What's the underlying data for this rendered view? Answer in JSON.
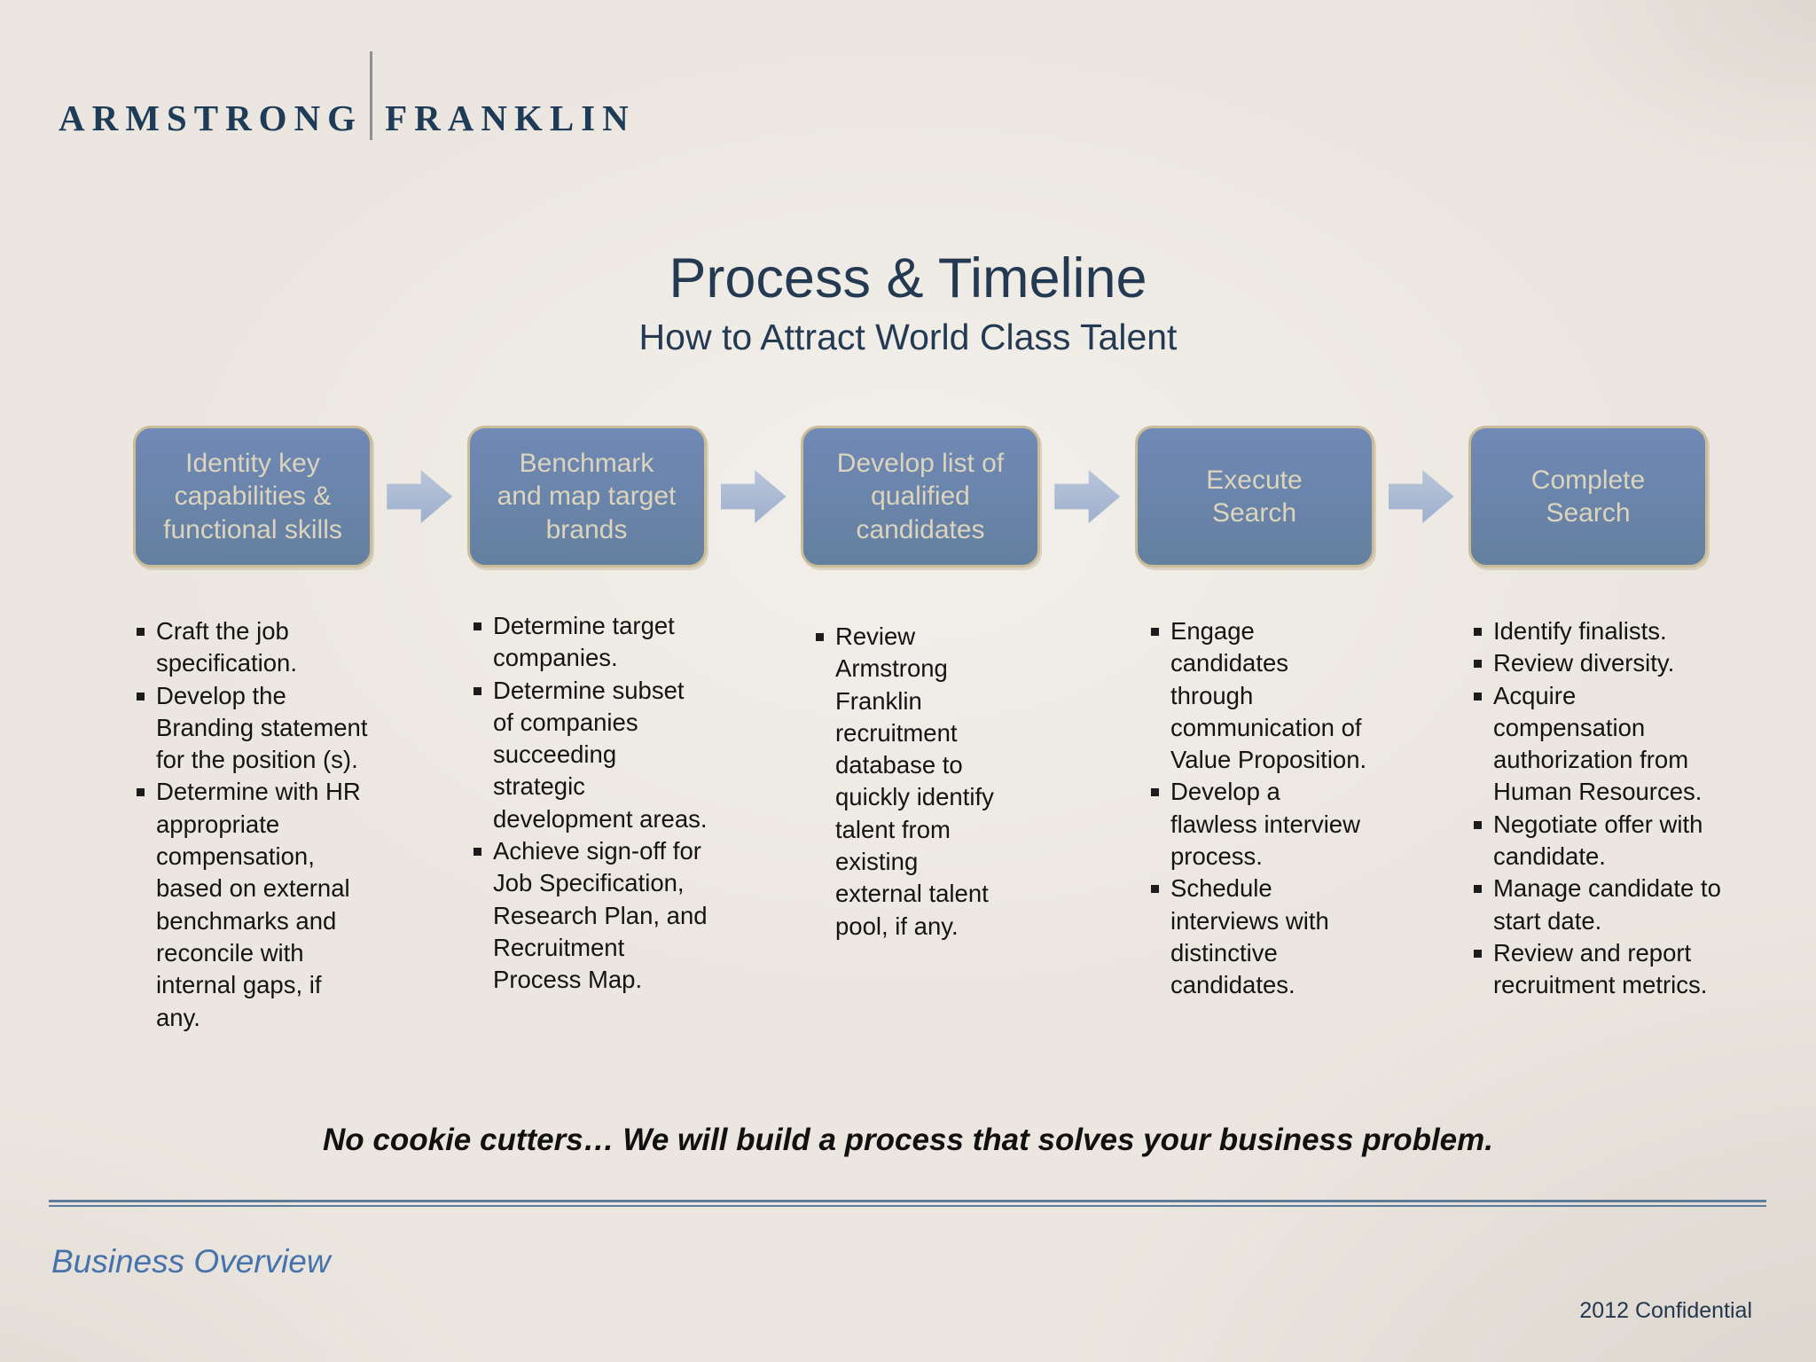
{
  "logo": {
    "left": "ARMSTRONG",
    "right": "FRANKLIN"
  },
  "header": {
    "title": "Process & Timeline",
    "subtitle": "How to Attract World Class Talent"
  },
  "process": {
    "steps": [
      {
        "title": "Identity key\ncapabilities &\nfunctional skills",
        "bullets": [
          "Craft the job\nspecification.",
          "Develop the\nBranding statement\nfor the position (s).",
          "Determine with HR\nappropriate\ncompensation,\nbased on external\nbenchmarks and\nreconcile with\ninternal gaps, if\nany."
        ]
      },
      {
        "title": "Benchmark\nand map target\nbrands",
        "bullets": [
          "Determine target\ncompanies.",
          "Determine subset\nof companies\nsucceeding\nstrategic\ndevelopment areas.",
          "Achieve sign-off for\nJob Specification,\nResearch Plan, and\nRecruitment\nProcess Map."
        ]
      },
      {
        "title": "Develop list of\nqualified\ncandidates",
        "bullets": [
          "Review\nArmstrong\nFranklin\nrecruitment\ndatabase to\nquickly identify\ntalent from\nexisting\nexternal talent\npool, if any."
        ]
      },
      {
        "title": "Execute\nSearch",
        "bullets": [
          "Engage\ncandidates\nthrough\ncommunication of\nValue Proposition.",
          "Develop a\nflawless interview\nprocess.",
          "Schedule\ninterviews with\ndistinctive\ncandidates."
        ]
      },
      {
        "title": "Complete\nSearch",
        "bullets": [
          "Identify finalists.",
          "Review diversity.",
          "Acquire\ncompensation\nauthorization from\nHuman Resources.",
          "Negotiate offer with\ncandidate.",
          "Manage candidate to\nstart date.",
          "Review and report\nrecruitment metrics."
        ]
      }
    ]
  },
  "statement": "No cookie cutters… We will build a process that solves your business problem.",
  "footer": {
    "section": "Business Overview",
    "confidential": "2012 Confidential"
  },
  "colors": {
    "bg": "#ebe6df",
    "navy": "#243a52",
    "boxBlue": "#6b86b2",
    "boxBorder": "#cbbc99",
    "boxText": "#dcd4bd",
    "arrow": "#aab9d4",
    "footerBlue": "#4673ab",
    "lineBlue": "#607a99"
  }
}
